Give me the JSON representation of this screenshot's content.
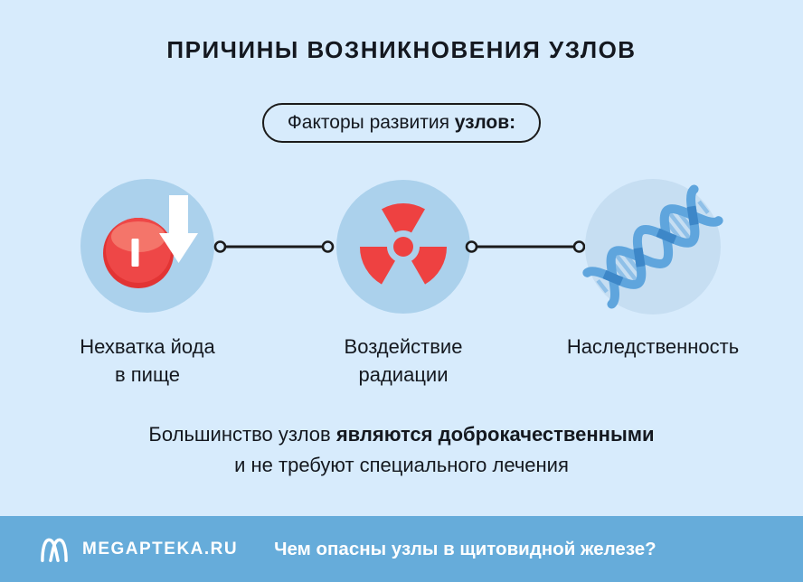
{
  "colors": {
    "bg": "#d7ebfc",
    "ink": "#14181f",
    "line": "#1b1b1b",
    "circle-blue": "#abd1ec",
    "circle-blue-light": "#c6def2",
    "red": "#ee4141",
    "red-dark": "#e23434",
    "red-mid": "#ee4747",
    "red-light": "#f4756a",
    "white": "#ffffff",
    "dna-dark": "#3d87c8",
    "dna-mid": "#5fa5dd",
    "dna-light": "#8fc0e8",
    "footer-bg": "#66acda"
  },
  "title": "ПРИЧИНЫ ВОЗНИКНОВЕНИЯ УЗЛОВ",
  "badge": {
    "text_regular": "Факторы развития ",
    "text_bold": "узлов:"
  },
  "factors": [
    {
      "icon": "iodine-deficiency-icon",
      "line1": "Нехватка йода",
      "line2": "в пище"
    },
    {
      "icon": "radiation-icon",
      "line1": "Воздействие",
      "line2": "радиации"
    },
    {
      "icon": "dna-icon",
      "line1": "Наследственность",
      "line2": ""
    }
  ],
  "note": {
    "line1_regular": "Большинство узлов ",
    "line1_bold": "являются доброкачественными",
    "line2": "и не требуют специального лечения"
  },
  "footer": {
    "brand": "MEGAPTEKA.RU",
    "question": "Чем опасны узлы в щитовидной железе?"
  }
}
